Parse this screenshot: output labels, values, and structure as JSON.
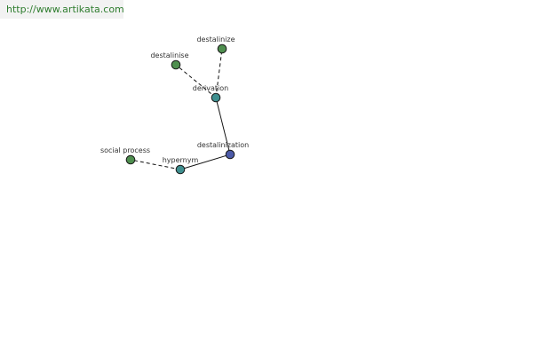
{
  "watermark": {
    "text": "http://www.artikata.com"
  },
  "graph": {
    "nodes": [
      {
        "id": "destalinization",
        "label": "destalinization",
        "kind": "center",
        "color": "#4c5aa8"
      },
      {
        "id": "derivation",
        "label": "derivation",
        "kind": "relation",
        "color": "#3f8f8f"
      },
      {
        "id": "hypernym",
        "label": "hypernym",
        "kind": "relation",
        "color": "#3f8f8f"
      },
      {
        "id": "destalinize",
        "label": "destalinize",
        "kind": "term",
        "color": "#4f8f4f"
      },
      {
        "id": "destalinise",
        "label": "destalinise",
        "kind": "term",
        "color": "#4f8f4f"
      },
      {
        "id": "social-process",
        "label": "social process",
        "kind": "term",
        "color": "#4f8f4f"
      }
    ],
    "edges": [
      {
        "from": "destalinization",
        "to": "derivation",
        "style": "solid"
      },
      {
        "from": "destalinization",
        "to": "hypernym",
        "style": "solid"
      },
      {
        "from": "derivation",
        "to": "destalinize",
        "style": "dashed"
      },
      {
        "from": "derivation",
        "to": "destalinise",
        "style": "dashed"
      },
      {
        "from": "hypernym",
        "to": "social-process",
        "style": "dashed"
      }
    ]
  }
}
